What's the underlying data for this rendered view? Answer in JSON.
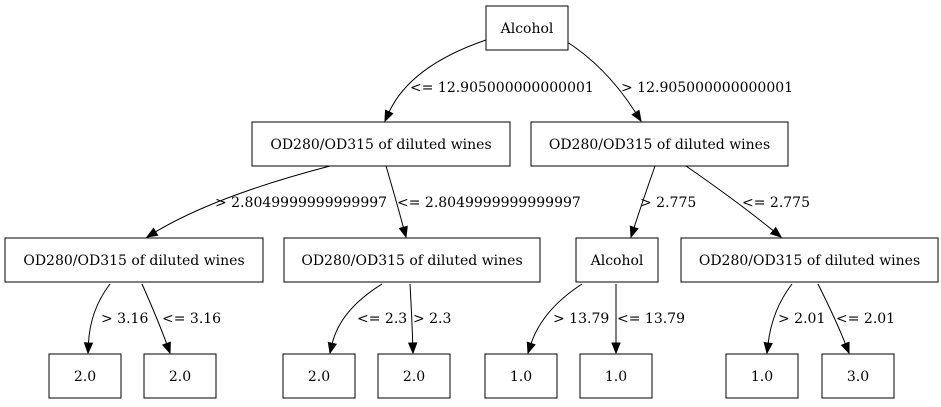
{
  "tree": {
    "nodes": [
      {
        "id": "n0",
        "label": "Alcohol"
      },
      {
        "id": "n1",
        "label": "OD280/OD315 of diluted wines"
      },
      {
        "id": "n2",
        "label": "OD280/OD315 of diluted wines"
      },
      {
        "id": "n3",
        "label": "OD280/OD315 of diluted wines"
      },
      {
        "id": "n4",
        "label": "OD280/OD315 of diluted wines"
      },
      {
        "id": "n5",
        "label": "Alcohol"
      },
      {
        "id": "n6",
        "label": "OD280/OD315 of diluted wines"
      },
      {
        "id": "n7",
        "label": "2.0"
      },
      {
        "id": "n8",
        "label": "2.0"
      },
      {
        "id": "n9",
        "label": "2.0"
      },
      {
        "id": "n10",
        "label": "2.0"
      },
      {
        "id": "n11",
        "label": "1.0"
      },
      {
        "id": "n12",
        "label": "1.0"
      },
      {
        "id": "n13",
        "label": "1.0"
      },
      {
        "id": "n14",
        "label": "3.0"
      }
    ],
    "edges": [
      {
        "from": "n0",
        "to": "n1",
        "label": "<= 12.905000000000001"
      },
      {
        "from": "n0",
        "to": "n2",
        "label": "> 12.905000000000001"
      },
      {
        "from": "n1",
        "to": "n3",
        "label": "> 2.8049999999999997"
      },
      {
        "from": "n1",
        "to": "n4",
        "label": "<= 2.8049999999999997"
      },
      {
        "from": "n2",
        "to": "n5",
        "label": "> 2.775"
      },
      {
        "from": "n2",
        "to": "n6",
        "label": "<= 2.775"
      },
      {
        "from": "n3",
        "to": "n7",
        "label": "> 3.16"
      },
      {
        "from": "n3",
        "to": "n8",
        "label": "<= 3.16"
      },
      {
        "from": "n4",
        "to": "n9",
        "label": "<= 2.3"
      },
      {
        "from": "n4",
        "to": "n10",
        "label": "> 2.3"
      },
      {
        "from": "n5",
        "to": "n11",
        "label": "> 13.79"
      },
      {
        "from": "n5",
        "to": "n12",
        "label": "<= 13.79"
      },
      {
        "from": "n6",
        "to": "n13",
        "label": "> 2.01"
      },
      {
        "from": "n6",
        "to": "n14",
        "label": "<= 2.01"
      }
    ]
  }
}
